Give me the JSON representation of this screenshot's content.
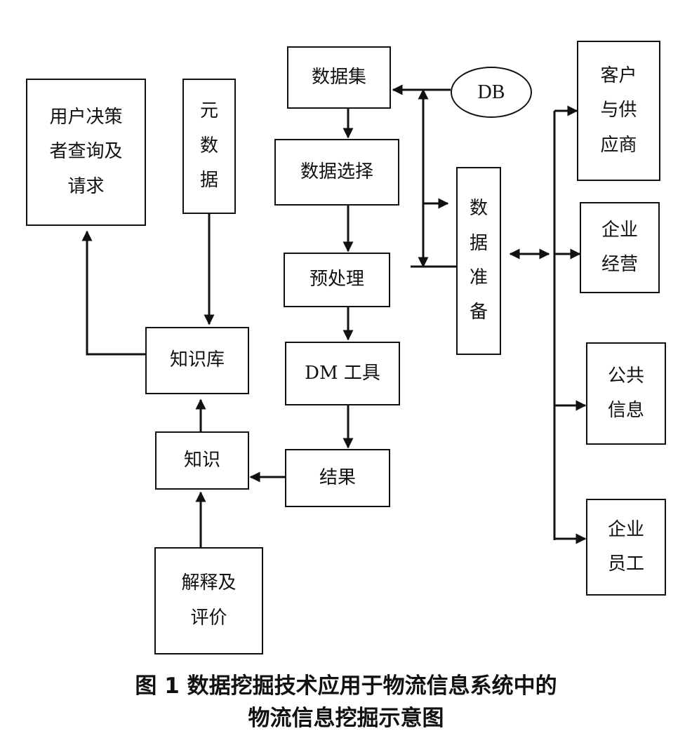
{
  "nodes": {
    "user_request": "用户决策\n者查询及\n请求",
    "metadata": "元数据",
    "knowledge_base": "知识库",
    "knowledge": "知识",
    "interpret": "解释及\n评价",
    "dataset": "数据集",
    "db": "DB",
    "data_select": "数据选择",
    "preprocess": "预处理",
    "dm_tool": "DM 工具",
    "result": "结果",
    "data_prep": "数据准备",
    "customer_supplier": "客户\n与供\n应商",
    "enterprise_ops": "企业\n经营",
    "public_info": "公共\n信息",
    "employees": "企业\n员工"
  },
  "caption": {
    "line1": "图 1 数据挖掘技术应用于物流信息系统中的",
    "line2": "物流信息挖掘示意图"
  }
}
